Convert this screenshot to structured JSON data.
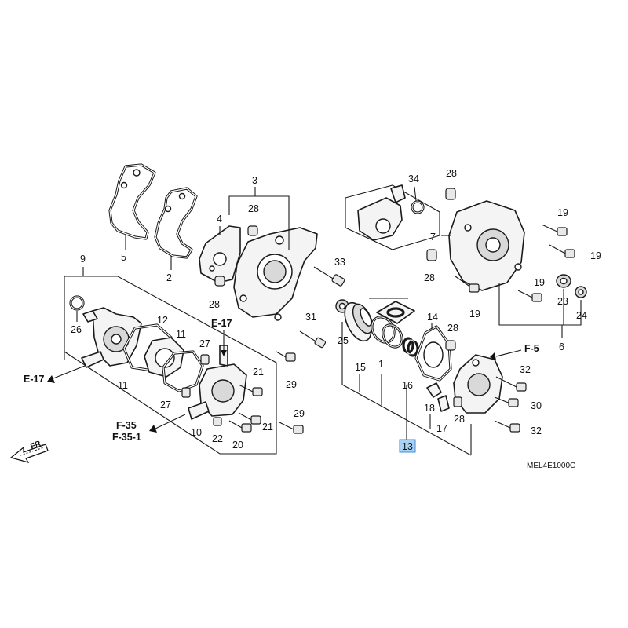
{
  "diagram": {
    "code": "MEL4E1000C",
    "front_label": "FR.",
    "highlight_color": "#a9d3f5",
    "callouts": {
      "c1": "1",
      "c2": "2",
      "c3": "3",
      "c4": "4",
      "c5": "5",
      "c6": "6",
      "c7": "7",
      "c9": "9",
      "c10": "10",
      "c11a": "11",
      "c11b": "11",
      "c12": "12",
      "c13": "13",
      "c14": "14",
      "c15": "15",
      "c16": "16",
      "c17": "17",
      "c18": "18",
      "c19a": "19",
      "c19b": "19",
      "c19c": "19",
      "c19d": "19",
      "c20": "20",
      "c21a": "21",
      "c21b": "21",
      "c22": "22",
      "c23": "23",
      "c24": "24",
      "c25": "25",
      "c26": "26",
      "c27a": "27",
      "c27b": "27",
      "c28a": "28",
      "c28b": "28",
      "c28c": "28",
      "c28d": "28",
      "c28e": "28",
      "c28f": "28",
      "c29a": "29",
      "c29b": "29",
      "c30": "30",
      "c31": "31",
      "c32a": "32",
      "c32b": "32",
      "c33": "33",
      "c34": "34"
    },
    "refs": {
      "e17_top": "E-17",
      "e17_left": "E-17",
      "f5": "F-5",
      "f35": "F-35",
      "f35_1": "F-35-1"
    }
  }
}
